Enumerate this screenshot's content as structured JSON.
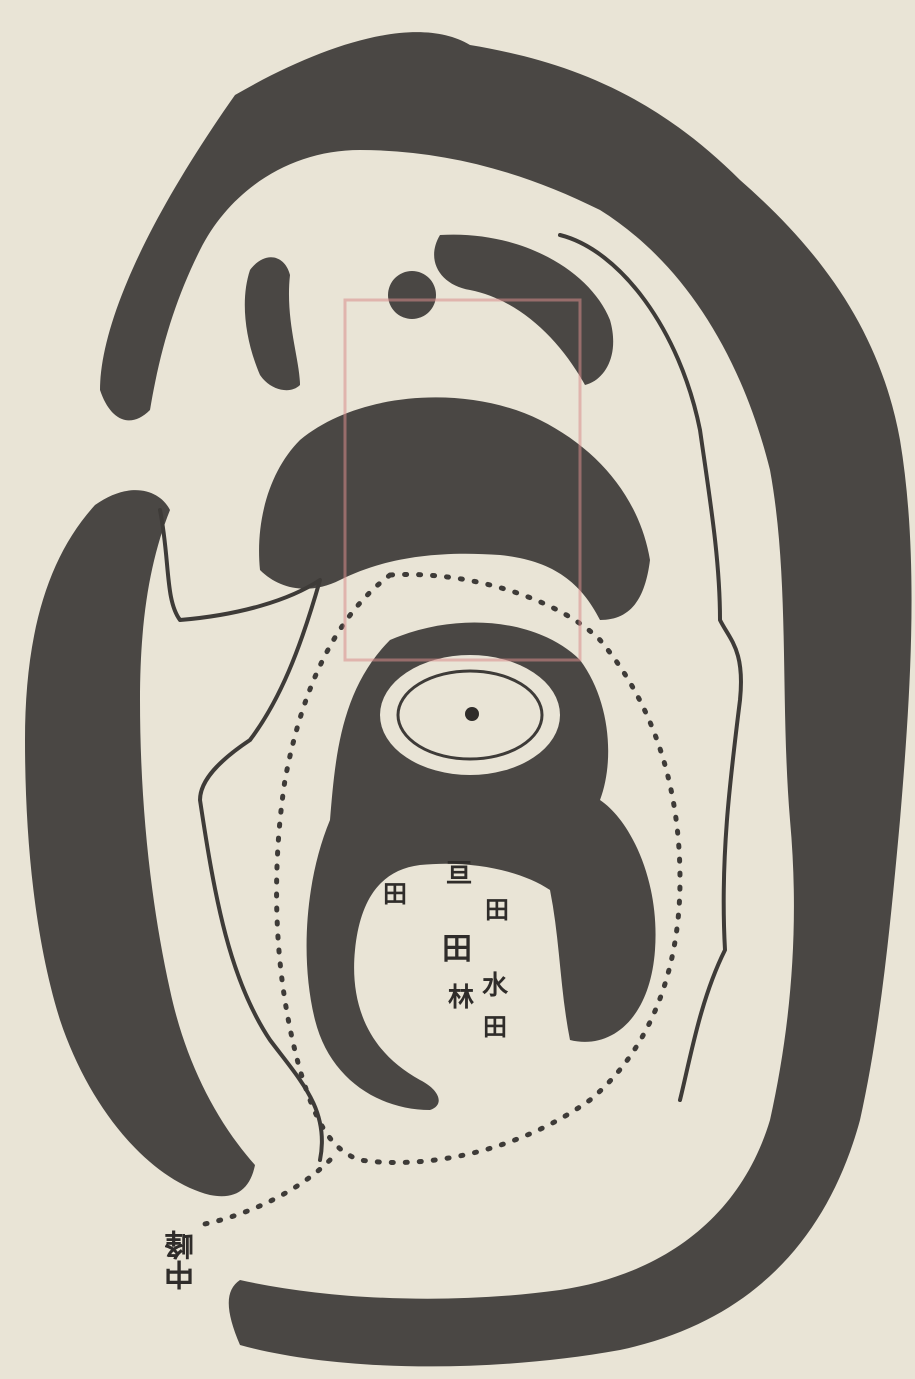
{
  "map": {
    "labels": {
      "field_left": "田",
      "field_right": "田",
      "field_center": "田",
      "field_lower": "田",
      "center_mark": "亘",
      "water_label": "水",
      "forest_label": "林",
      "place_name": "中峰"
    },
    "colors": {
      "paper": "#e9e4d6",
      "ink": "#4a4744",
      "seal": "#d98c8c"
    },
    "icons": [
      "mountain-ridge-icon",
      "peak-dot-icon",
      "seal-stamp-icon"
    ]
  }
}
